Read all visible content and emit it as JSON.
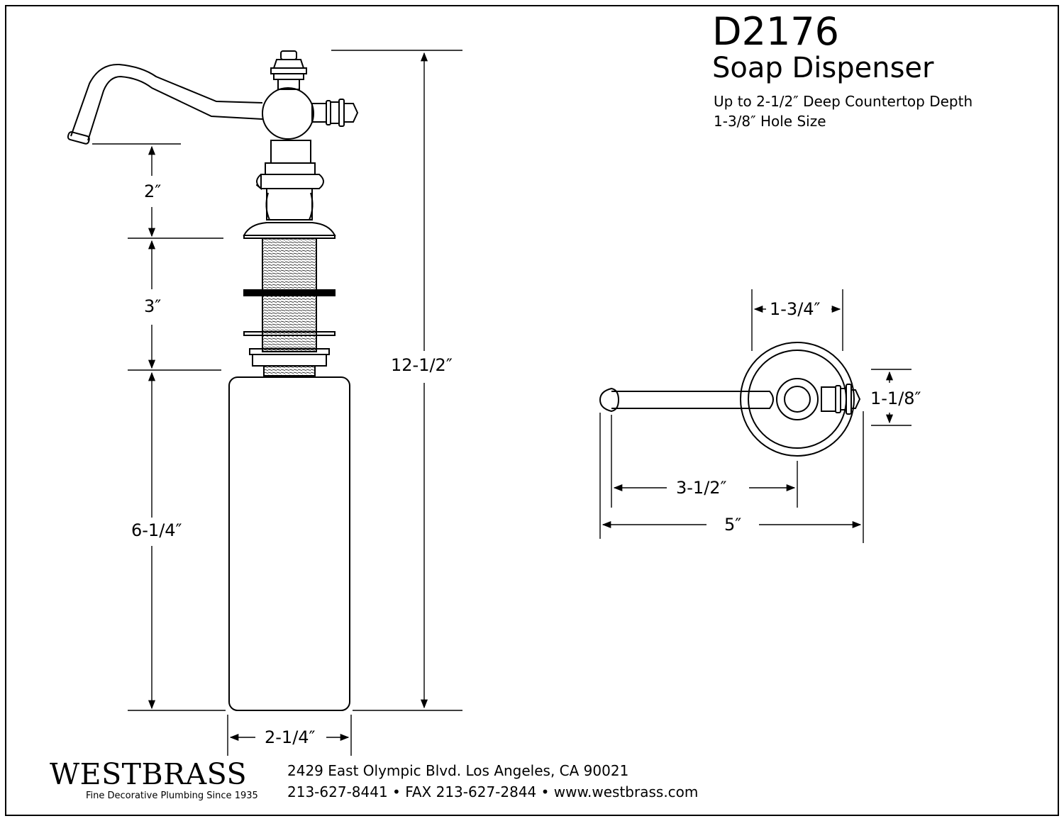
{
  "header": {
    "model": "D2176",
    "product": "Soap Dispenser",
    "spec_depth": "Up to 2-1/2″ Deep Countertop Depth",
    "spec_hole": "1-3/8″ Hole Size"
  },
  "side_view": {
    "dim_spout_height": "2″",
    "dim_shank": "3″",
    "dim_bottle": "6-1/4″",
    "dim_overall_height": "12-1/2″",
    "dim_bottle_width": "2-1/4″"
  },
  "top_view": {
    "dim_flange": "1-3/4″",
    "dim_knob": "1-1/8″",
    "dim_reach": "3-1/2″",
    "dim_overall_length": "5″"
  },
  "footer": {
    "brand": "WESTBRASS",
    "tagline": "Fine Decorative Plumbing Since 1935",
    "address": "2429 East Olympic Blvd. Los Angeles, CA  90021",
    "contact": "213-627-8441 • FAX 213-627-2844 • www.westbrass.com"
  }
}
